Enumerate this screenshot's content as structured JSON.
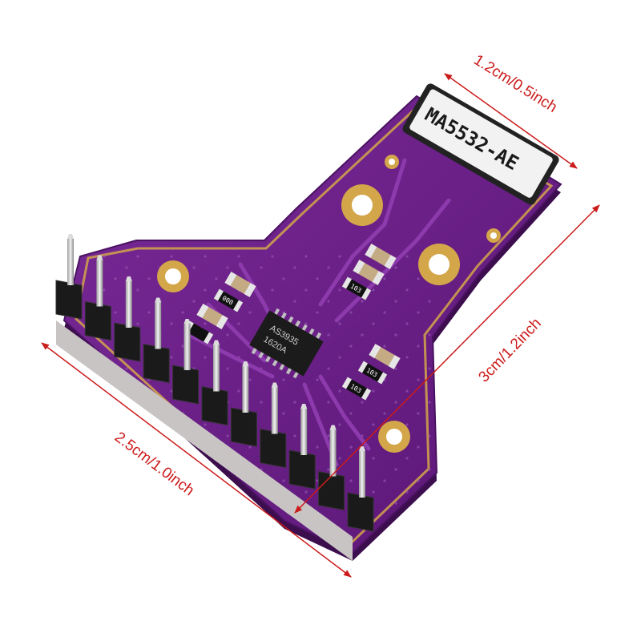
{
  "dimensions": {
    "top_width": "1.2cm/0.5inch",
    "height": "3cm/1.2inch",
    "bottom_width": "2.5cm/1.0inch"
  },
  "inductor": {
    "marking": "MA5532-AE"
  },
  "chip": {
    "line1": "AS3935",
    "line2": "1620A"
  },
  "resistors": [
    "000",
    "103",
    "103",
    "103"
  ],
  "colors": {
    "pcb": "#6a1e86",
    "pcb_dark": "#4c1163",
    "gold": "#d4a64a",
    "annotation": "#cc1b1b",
    "header": "#1a1a1a",
    "pin": "#c8c8c8"
  }
}
